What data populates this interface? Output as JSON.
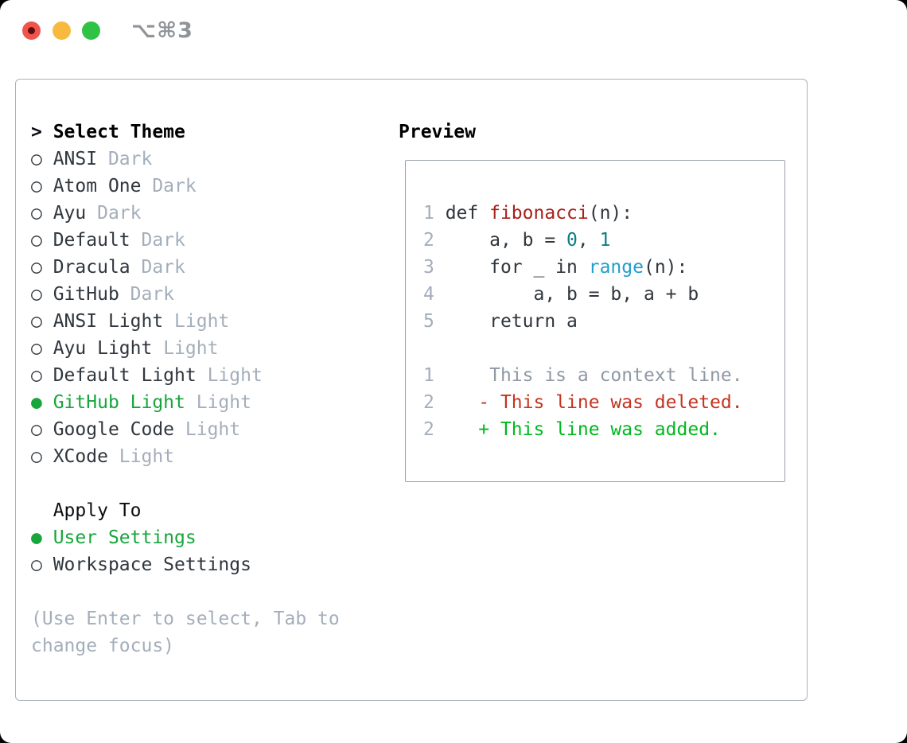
{
  "titlebar": {
    "title": "⌥⌘3",
    "buttons": [
      "close",
      "minimize",
      "zoom"
    ]
  },
  "colors": {
    "selection_green": "#16a63c",
    "added_green": "#00b81e",
    "deleted_red": "#c5331f",
    "function_red": "#a8201a",
    "builtin_blue": "#219ecd",
    "number_teal": "#0b7e82",
    "muted_gray": "#a4aebb",
    "text_dark": "#30363d",
    "panel_border": "#a9b2bd"
  },
  "left_column": {
    "rows": [
      {
        "name": "select-theme-header",
        "interactable": false,
        "segments": [
          [
            "prompt",
            "> "
          ],
          [
            "header",
            "Select Theme"
          ]
        ]
      },
      {
        "name": "theme-option-ansi-dark",
        "interactable": true,
        "segments": [
          [
            "radio",
            "○ "
          ],
          [
            "label",
            "ANSI "
          ],
          [
            "muted",
            "Dark"
          ]
        ]
      },
      {
        "name": "theme-option-atom-one-dark",
        "interactable": true,
        "segments": [
          [
            "radio",
            "○ "
          ],
          [
            "label",
            "Atom One "
          ],
          [
            "muted",
            "Dark"
          ]
        ]
      },
      {
        "name": "theme-option-ayu-dark",
        "interactable": true,
        "segments": [
          [
            "radio",
            "○ "
          ],
          [
            "label",
            "Ayu "
          ],
          [
            "muted",
            "Dark"
          ]
        ]
      },
      {
        "name": "theme-option-default-dark",
        "interactable": true,
        "segments": [
          [
            "radio",
            "○ "
          ],
          [
            "label",
            "Default "
          ],
          [
            "muted",
            "Dark"
          ]
        ]
      },
      {
        "name": "theme-option-dracula-dark",
        "interactable": true,
        "segments": [
          [
            "radio",
            "○ "
          ],
          [
            "label",
            "Dracula "
          ],
          [
            "muted",
            "Dark"
          ]
        ]
      },
      {
        "name": "theme-option-github-dark",
        "interactable": true,
        "segments": [
          [
            "radio",
            "○ "
          ],
          [
            "label",
            "GitHub "
          ],
          [
            "muted",
            "Dark"
          ]
        ]
      },
      {
        "name": "theme-option-ansi-light",
        "interactable": true,
        "segments": [
          [
            "radio",
            "○ "
          ],
          [
            "label",
            "ANSI Light "
          ],
          [
            "muted",
            "Light"
          ]
        ]
      },
      {
        "name": "theme-option-ayu-light",
        "interactable": true,
        "segments": [
          [
            "radio",
            "○ "
          ],
          [
            "label",
            "Ayu Light "
          ],
          [
            "muted",
            "Light"
          ]
        ]
      },
      {
        "name": "theme-option-default-light",
        "interactable": true,
        "segments": [
          [
            "radio",
            "○ "
          ],
          [
            "label",
            "Default Light "
          ],
          [
            "muted",
            "Light"
          ]
        ]
      },
      {
        "name": "theme-option-github-light-selected",
        "interactable": true,
        "segments": [
          [
            "radio-on",
            "● "
          ],
          [
            "selected",
            "GitHub Light "
          ],
          [
            "muted",
            "Light"
          ]
        ]
      },
      {
        "name": "theme-option-google-code",
        "interactable": true,
        "segments": [
          [
            "radio",
            "○ "
          ],
          [
            "label",
            "Google Code "
          ],
          [
            "muted",
            "Light"
          ]
        ]
      },
      {
        "name": "theme-option-xcode",
        "interactable": true,
        "segments": [
          [
            "radio",
            "○ "
          ],
          [
            "label",
            "XCode "
          ],
          [
            "muted",
            "Light"
          ]
        ]
      },
      {
        "name": "spacer-row",
        "interactable": false,
        "segments": []
      },
      {
        "name": "apply-to-header",
        "interactable": false,
        "segments": [
          [
            "section",
            "  Apply To"
          ]
        ]
      },
      {
        "name": "apply-option-user-settings-selected",
        "interactable": true,
        "segments": [
          [
            "radio-on",
            "● "
          ],
          [
            "selected",
            "User Settings"
          ]
        ]
      },
      {
        "name": "apply-option-workspace-settings",
        "interactable": true,
        "segments": [
          [
            "radio",
            "○ "
          ],
          [
            "label",
            "Workspace Settings"
          ]
        ]
      },
      {
        "name": "spacer-row",
        "interactable": false,
        "segments": []
      },
      {
        "name": "help-text-line-1",
        "interactable": false,
        "segments": [
          [
            "help",
            "(Use Enter to select, Tab to"
          ]
        ]
      },
      {
        "name": "help-text-line-2",
        "interactable": false,
        "segments": [
          [
            "help",
            "change focus)"
          ]
        ]
      }
    ]
  },
  "preview": {
    "heading": "Preview",
    "rows": [
      {
        "name": "code-line-1",
        "interactable": false,
        "segments": [
          [
            "ln",
            "1 "
          ],
          [
            "fg",
            "def "
          ],
          [
            "func",
            "fibonacci"
          ],
          [
            "fg",
            "(n):"
          ]
        ]
      },
      {
        "name": "code-line-2",
        "interactable": false,
        "segments": [
          [
            "ln",
            "2 "
          ],
          [
            "fg",
            "    a, b = "
          ],
          [
            "num",
            "0"
          ],
          [
            "fg",
            ", "
          ],
          [
            "num",
            "1"
          ]
        ]
      },
      {
        "name": "code-line-3",
        "interactable": false,
        "segments": [
          [
            "ln",
            "3 "
          ],
          [
            "fg",
            "    for _ in "
          ],
          [
            "builtin",
            "range"
          ],
          [
            "fg",
            "(n):"
          ]
        ]
      },
      {
        "name": "code-line-4",
        "interactable": false,
        "segments": [
          [
            "ln",
            "4 "
          ],
          [
            "fg",
            "        a, b = b, a + b"
          ]
        ]
      },
      {
        "name": "code-line-5",
        "interactable": false,
        "segments": [
          [
            "ln",
            "5 "
          ],
          [
            "fg",
            "    return a"
          ]
        ]
      },
      {
        "name": "spacer-row",
        "interactable": false,
        "segments": []
      },
      {
        "name": "diff-context-line",
        "interactable": false,
        "segments": [
          [
            "ln",
            "1 "
          ],
          [
            "ctx",
            "    This is a context line."
          ]
        ]
      },
      {
        "name": "diff-deleted-line",
        "interactable": false,
        "segments": [
          [
            "ln",
            "2 "
          ],
          [
            "del",
            "   - This line was deleted."
          ]
        ]
      },
      {
        "name": "diff-added-line",
        "interactable": false,
        "segments": [
          [
            "ln",
            "2 "
          ],
          [
            "add",
            "   + This line was added."
          ]
        ]
      }
    ]
  }
}
